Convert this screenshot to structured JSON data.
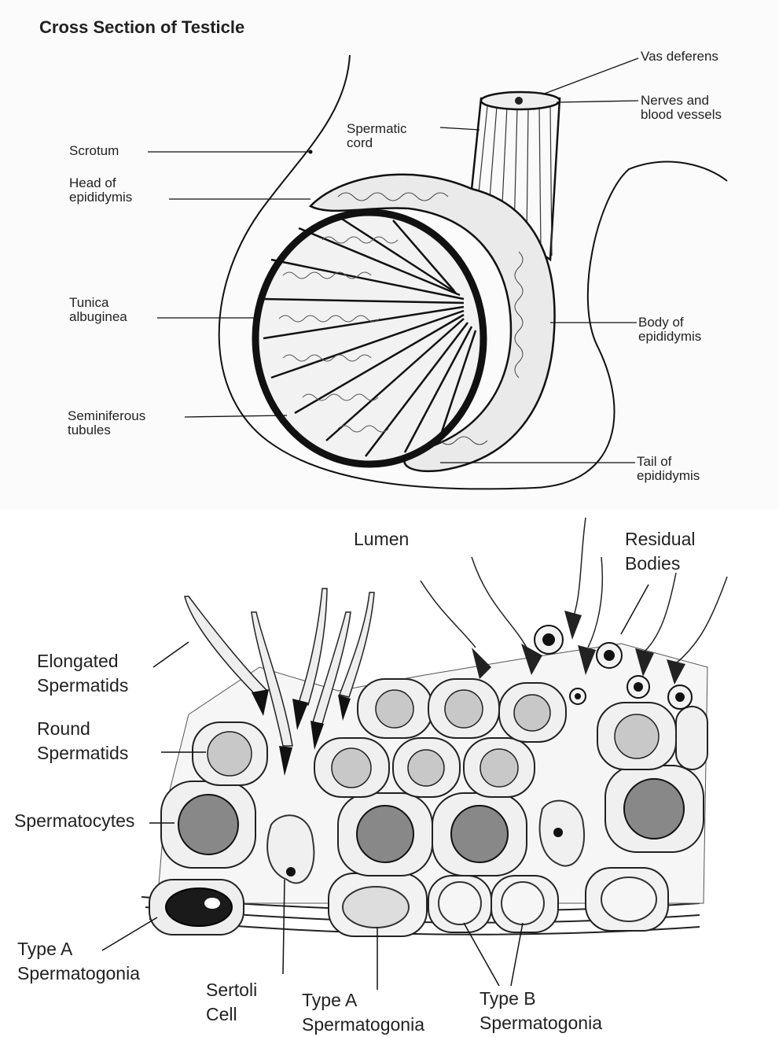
{
  "top_diagram": {
    "title": "Cross Section of Testicle",
    "labels": {
      "vas_deferens": "Vas deferens",
      "nerves_vessels": "Nerves and\nblood vessels",
      "spermatic_cord": "Spermatic\ncord",
      "scrotum": "Scrotum",
      "head_epididymis": "Head of\nepididymis",
      "tunica_albuginea": "Tunica\nalbuginea",
      "body_epididymis": "Body of\nepididymis",
      "seminiferous_tubules": "Seminiferous\ntubules",
      "tail_epididymis": "Tail of\nepididymis"
    }
  },
  "bottom_diagram": {
    "labels": {
      "lumen": "Lumen",
      "residual_bodies": "Residual\nBodies",
      "elongated_spermatids": "Elongated\nSpermatids",
      "round_spermatids": "Round\nSpermatids",
      "spermatocytes": "Spermatocytes",
      "type_a_left": "Type A\nSpermatogonia",
      "sertoli_cell": "Sertoli\nCell",
      "type_a_center": "Type A\nSpermatogonia",
      "type_b": "Type B\nSpermatogonia"
    }
  }
}
